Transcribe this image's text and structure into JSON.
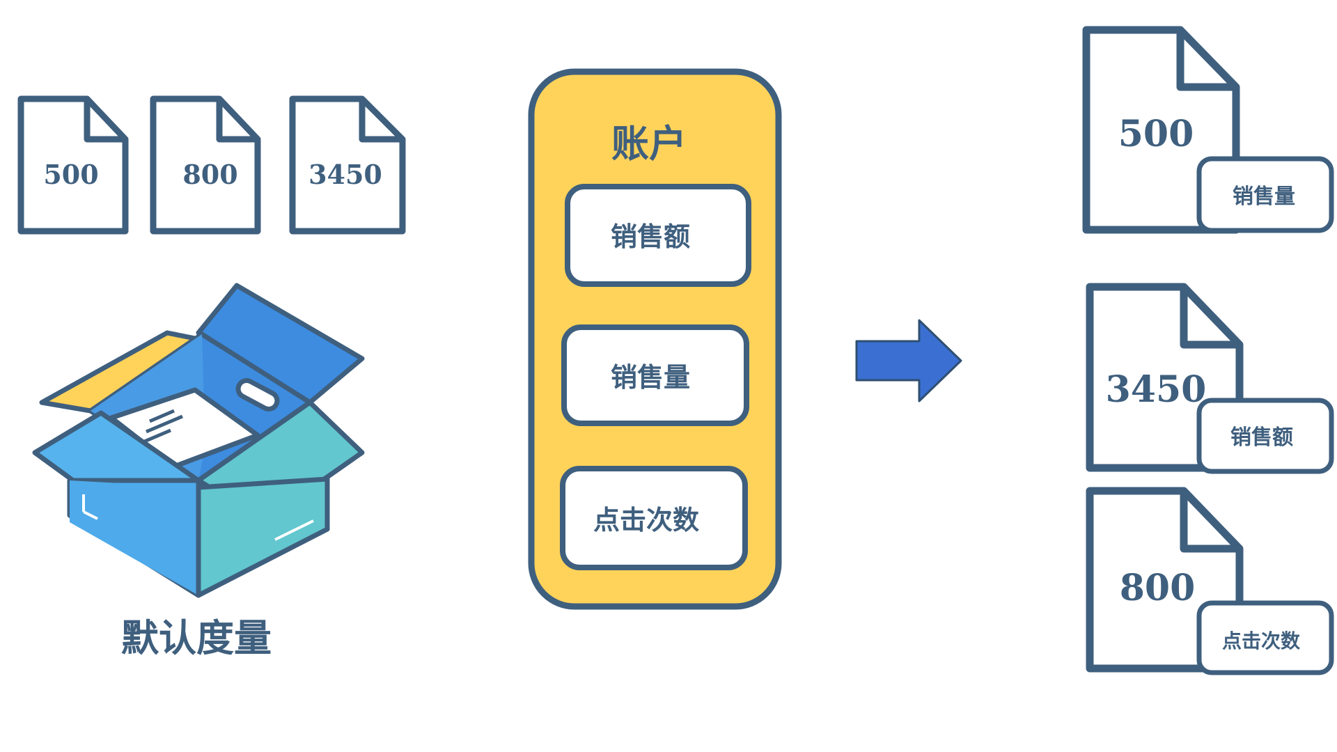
{
  "source_docs": [
    {
      "value": "500"
    },
    {
      "value": "800"
    },
    {
      "value": "3450"
    }
  ],
  "default_measure": {
    "label": "默认度量",
    "icon": "open-box-icon"
  },
  "account": {
    "title": "账户",
    "fields": [
      {
        "label": "销售额"
      },
      {
        "label": "销售量"
      },
      {
        "label": "点击次数"
      }
    ]
  },
  "arrow": {
    "icon": "right-arrow-icon"
  },
  "result_docs": [
    {
      "value": "500",
      "tag": "销售量"
    },
    {
      "value": "3450",
      "tag": "销售额"
    },
    {
      "value": "800",
      "tag": "点击次数"
    }
  ],
  "colors": {
    "outline": "#3f5f7e",
    "account_fill": "#ffd35a",
    "arrow": "#3b6fd2",
    "box_blue": "#3d8ce0",
    "box_light": "#56b3ee",
    "box_teal": "#62c7cf",
    "box_yellow": "#ffd35a"
  }
}
